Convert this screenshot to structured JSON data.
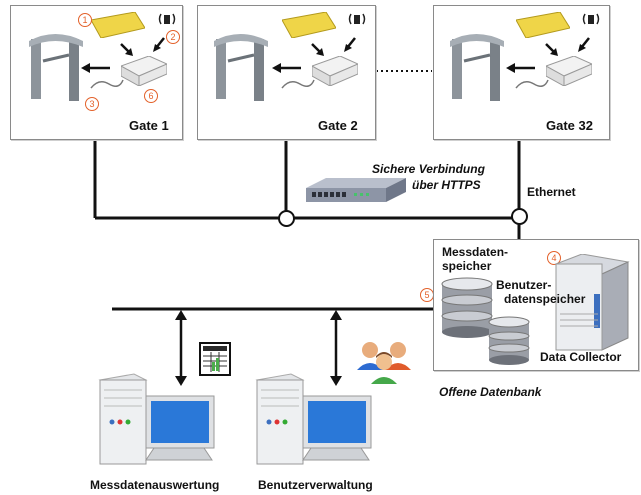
{
  "gates": [
    {
      "label": "Gate 1"
    },
    {
      "label": "Gate 2"
    },
    {
      "label": "Gate 32"
    }
  ],
  "step_numbers": {
    "n1": "1",
    "n2": "2",
    "n3": "3",
    "n4": "4",
    "n5": "5",
    "n6": "6"
  },
  "network": {
    "secure_line1": "Sichere Verbindung",
    "secure_line2": "über HTTPS",
    "ethernet": "Ethernet"
  },
  "datastore": {
    "measure_store_line1": "Messdaten-",
    "measure_store_line2": "speicher",
    "user_store_line1": "Benutzer-",
    "user_store_line2": "datenspeicher",
    "collector": "Data Collector",
    "caption": "Offene Datenbank"
  },
  "clients": {
    "measure_eval": "Messdatenauswertung",
    "user_admin": "Benutzerverwaltung"
  },
  "colors": {
    "accent": "#e3612a",
    "box_border": "#8a8a8a",
    "line": "#111111"
  }
}
